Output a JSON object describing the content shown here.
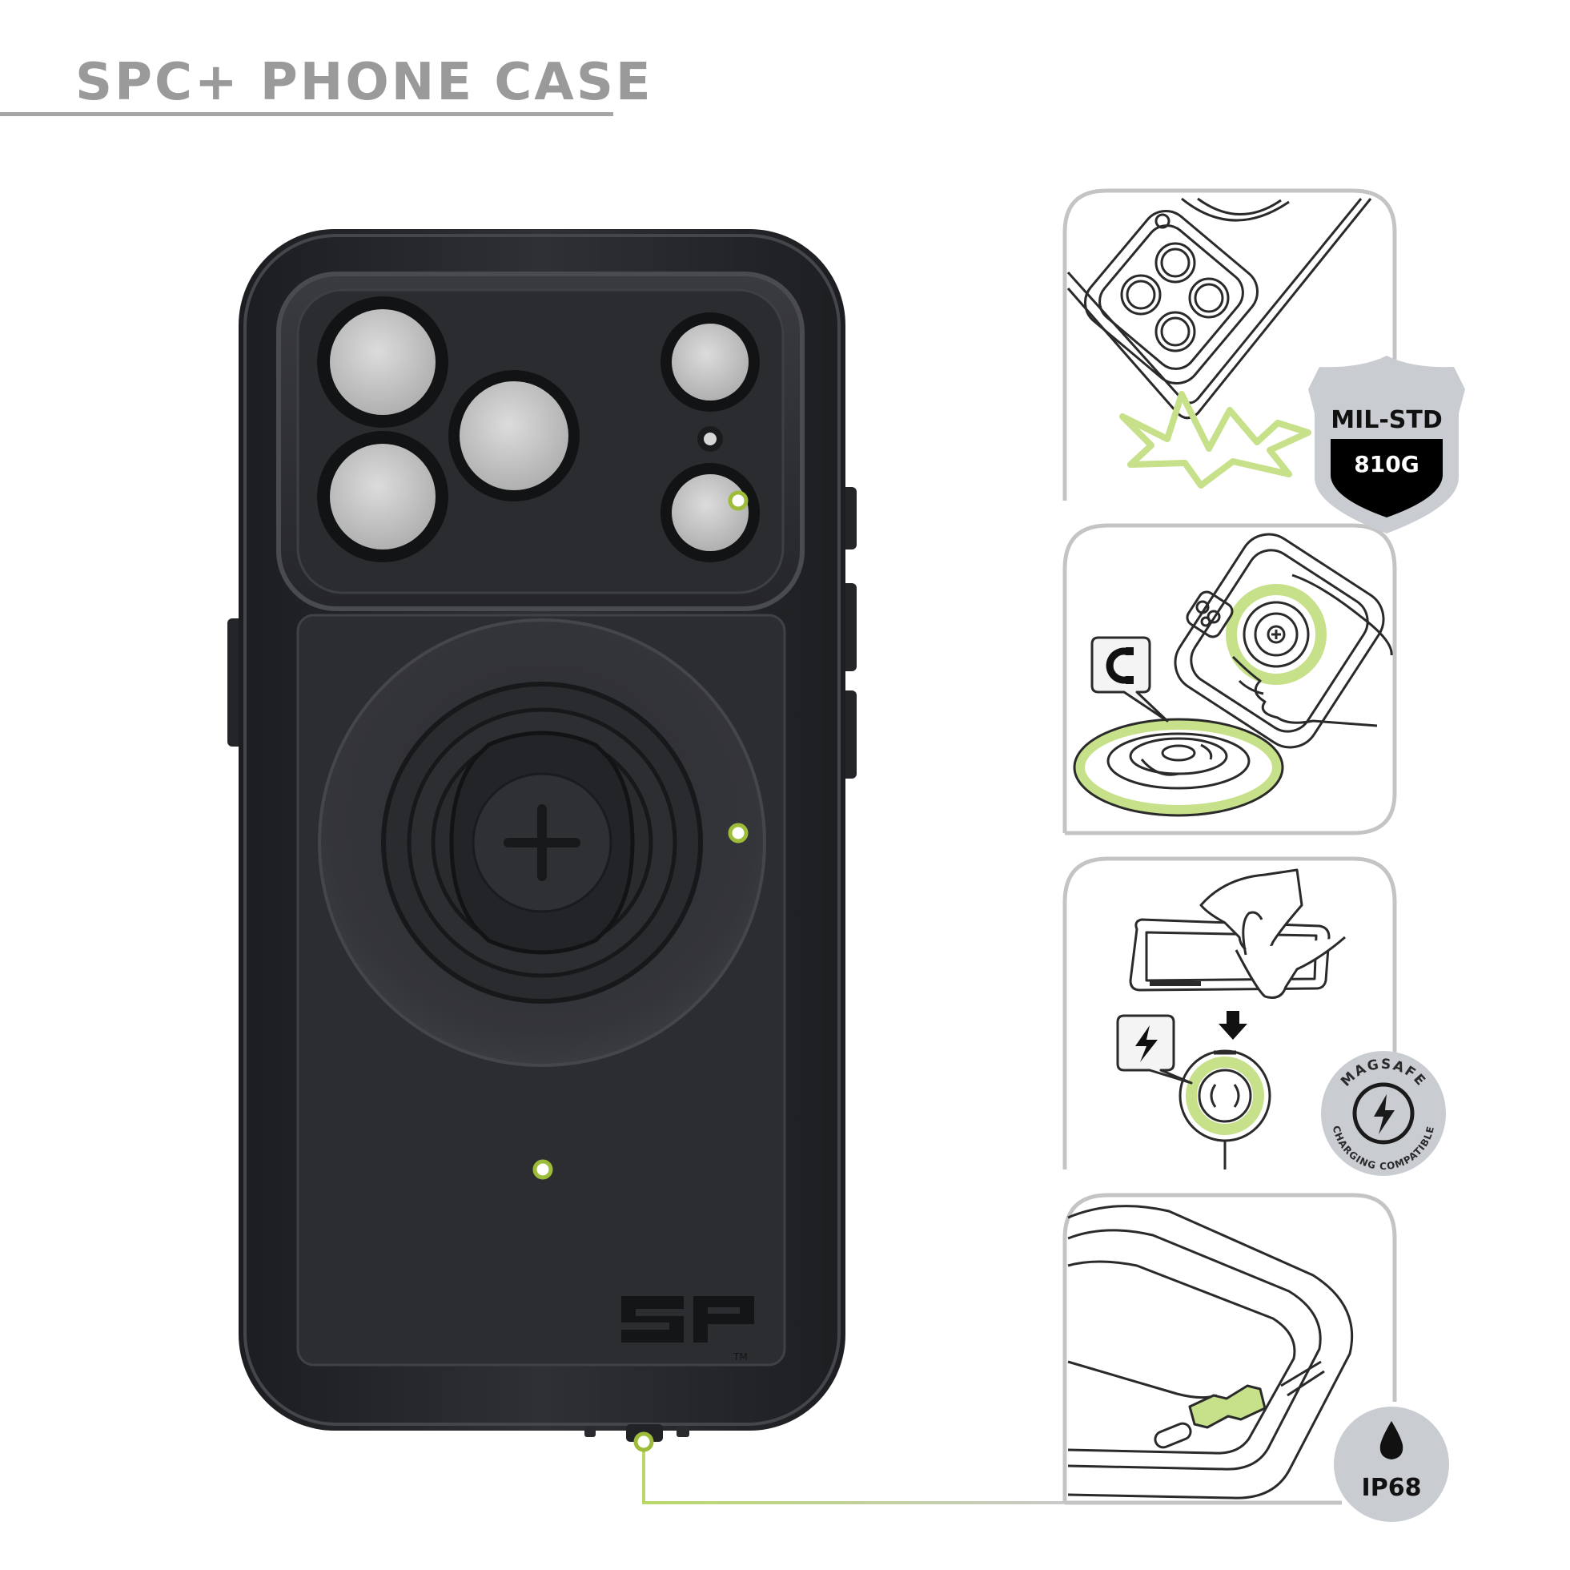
{
  "header": {
    "title": "SPC+ PHONE CASE"
  },
  "product": {
    "logo": "SP",
    "trademark": "TM"
  },
  "features": [
    {
      "id": "shock",
      "badge_line1": "MIL-STD",
      "badge_line2": "810G",
      "icon": "shield-badge-icon"
    },
    {
      "id": "magnetic",
      "icon": "magnet-icon"
    },
    {
      "id": "charging",
      "badge_ring_top": "MAGSAFE",
      "badge_ring_bottom": "CHARGING COMPATIBLE",
      "icon": "lightning-icon"
    },
    {
      "id": "waterproof",
      "badge_label": "IP68",
      "icon": "water-drop-icon"
    }
  ],
  "colors": {
    "accent": "#c7e08a",
    "accent_dark": "#9dbd3a",
    "frame": "#c4c4c4",
    "badge_gray": "#c9ccd1",
    "case_black": "#2a2b2e"
  }
}
